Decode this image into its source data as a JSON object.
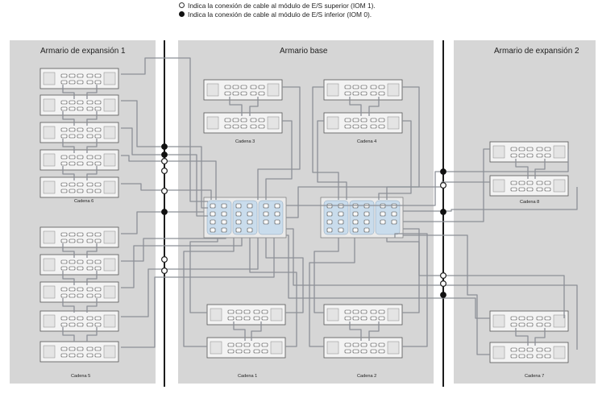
{
  "legend": {
    "upper": "Indica la conexión de cable al módulo de E/S superior (IOM 1).",
    "lower": "Indica la conexión de cable al módulo de E/S inferior (IOM 0)."
  },
  "cabinets": {
    "expansion1": "Armario de expansión 1",
    "base": "Armario base",
    "expansion2": "Armario de expansión 2"
  },
  "chains": {
    "c1": "Cadena 1",
    "c2": "Cadena 2",
    "c3": "Cadena 3",
    "c4": "Cadena 4",
    "c5": "Cadena 5",
    "c6": "Cadena 6",
    "c7": "Cadena 7",
    "c8": "Cadena 8"
  },
  "colors": {
    "panel": "#d6d6d6",
    "shelf": "#f3f3f3",
    "cable": "#8c9097",
    "controller": "#c9dcec",
    "divider": "#1b1b1b"
  }
}
